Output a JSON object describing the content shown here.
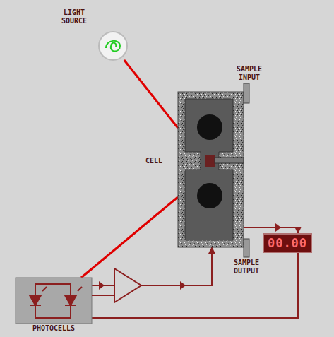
{
  "diagram": {
    "nodes": [
      {
        "text": [
          "LIGHT SOURCE"
        ]
      },
      {
        "text": [
          "CELL"
        ]
      },
      {
        "text": [
          "PHOTOCELLS"
        ]
      },
      {
        "text": [
          "00.00"
        ]
      }
    ],
    "edges": [
      {
        "from": 0,
        "to": 1,
        "arrow": "none"
      },
      {
        "from": 1,
        "to": 2,
        "arrow": "none"
      },
      {
        "from": 1,
        "to": 3,
        "arrow": "to"
      },
      {
        "from": 2,
        "to": 1,
        "arrow": "to"
      },
      {
        "from": 2,
        "to": 3,
        "arrow": "none"
      }
    ],
    "labels": [
      "SAMPLE INPUT",
      "SAMPLE OUTPUT"
    ]
  }
}
